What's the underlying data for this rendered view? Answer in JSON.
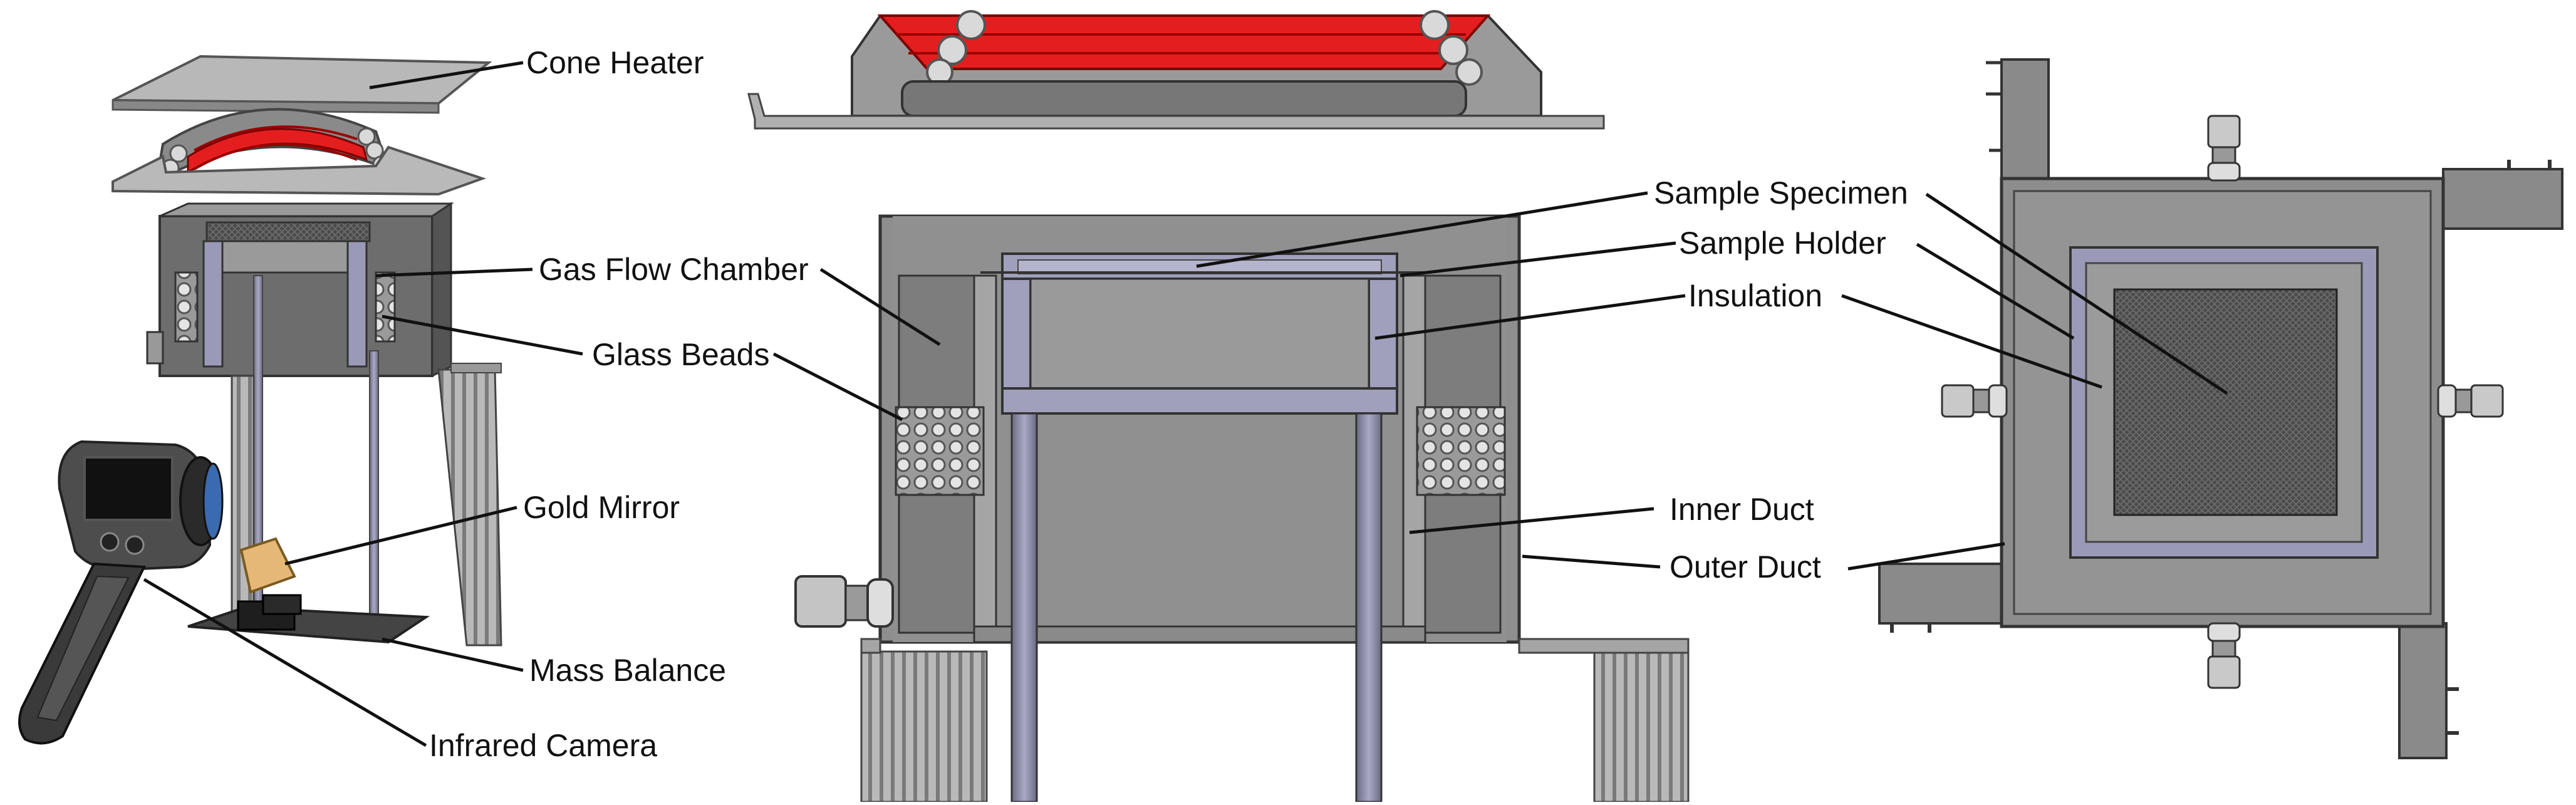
{
  "labels": {
    "cone_heater": "Cone Heater",
    "gas_flow_chamber": "Gas Flow Chamber",
    "glass_beads": "Glass Beads",
    "gold_mirror": "Gold Mirror",
    "mass_balance": "Mass Balance",
    "infrared_camera": "Infrared Camera",
    "sample_specimen": "Sample Specimen",
    "sample_holder": "Sample Holder",
    "insulation": "Insulation",
    "inner_duct": "Inner Duct",
    "outer_duct": "Outer Duct"
  },
  "colors": {
    "metal_light": "#b7b7b7",
    "metal_mid": "#8e8e8e",
    "metal_dark": "#5e5e5e",
    "heater_coil": "#e41e1e",
    "holder_blue": "#9a9ab8",
    "rod_blue": "#8a8aa6",
    "mirror_gold": "#e6b878",
    "camera_body": "#3a3a3a",
    "mesh_dark": "#474747"
  }
}
